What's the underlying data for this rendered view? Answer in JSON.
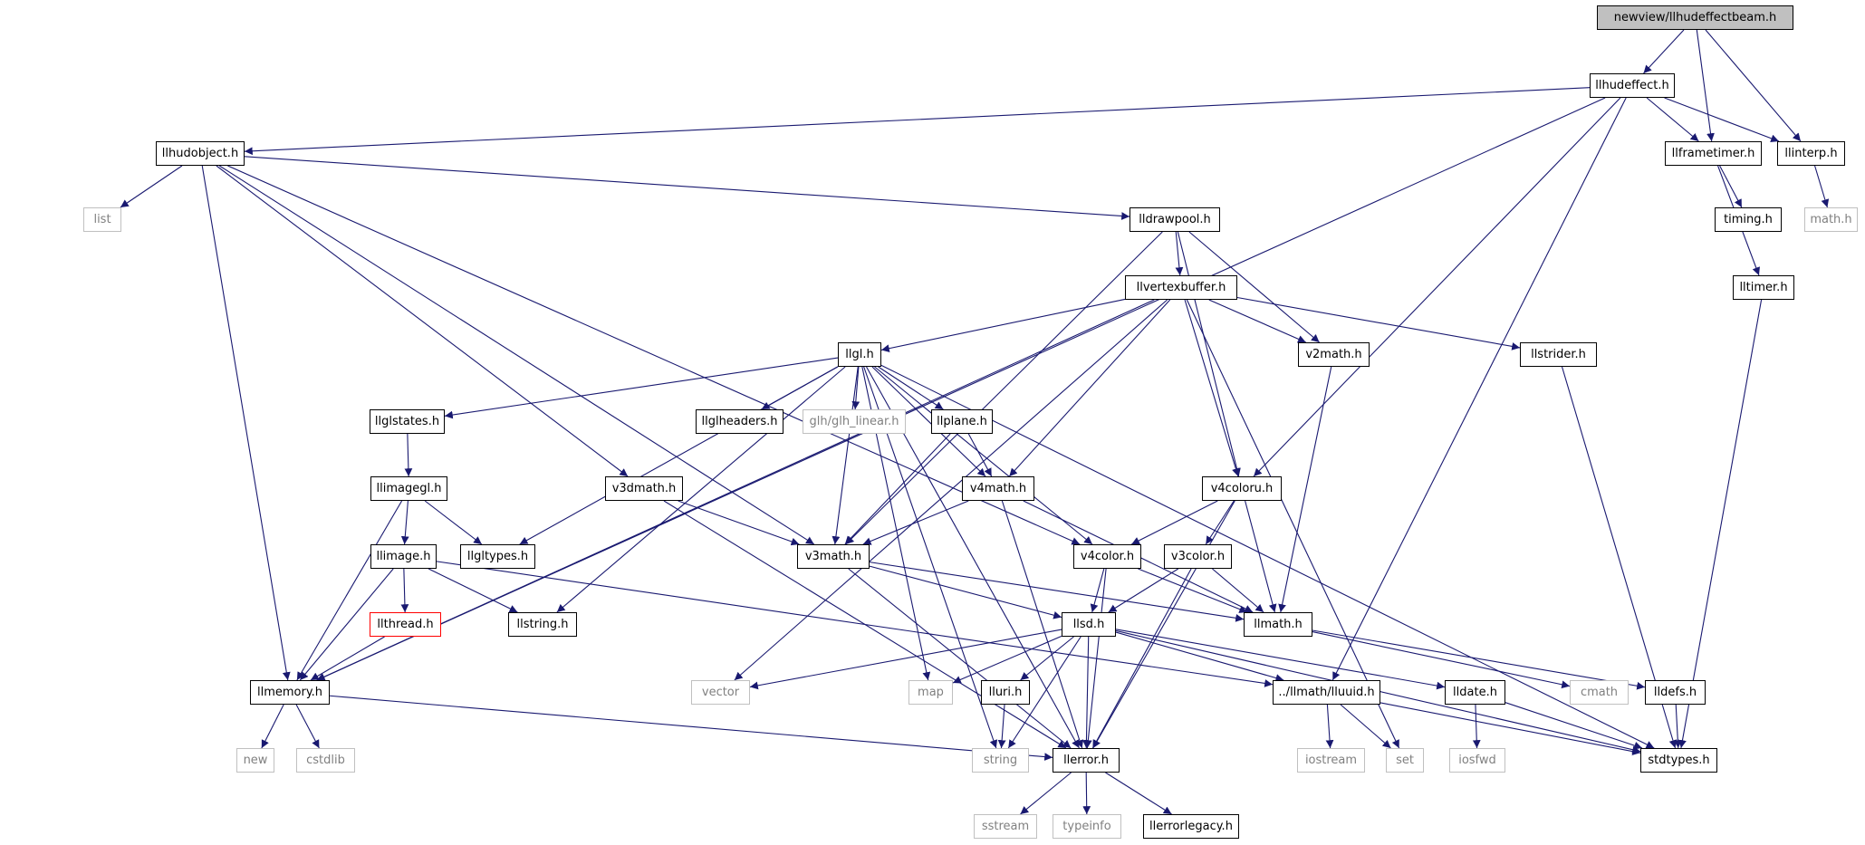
{
  "colors": {
    "edge": "#191970",
    "root_fill": "#c0c0c0",
    "system_border": "#c0c0c0",
    "system_text": "#808080",
    "truncated_border": "#ff0000"
  },
  "nodes": {
    "root": "newview/llhudeffectbeam.h",
    "llhudeffect": "llhudeffect.h",
    "llhudobject": "llhudobject.h",
    "llframetimer": "llframetimer.h",
    "llinterp": "llinterp.h",
    "list": "list",
    "timing": "timing.h",
    "math": "math.h",
    "lldrawpool": "lldrawpool.h",
    "lltimer": "lltimer.h",
    "llvertexbuffer": "llvertexbuffer.h",
    "llgl": "llgl.h",
    "v2math": "v2math.h",
    "llstrider": "llstrider.h",
    "llglstates": "llglstates.h",
    "llglheaders": "llglheaders.h",
    "glh_linear": "glh/glh_linear.h",
    "llplane": "llplane.h",
    "llimagegl": "llimagegl.h",
    "v3dmath": "v3dmath.h",
    "v4math": "v4math.h",
    "v4coloru": "v4coloru.h",
    "llimage": "llimage.h",
    "llgltypes": "llgltypes.h",
    "v3math": "v3math.h",
    "v4color": "v4color.h",
    "v3color": "v3color.h",
    "llthread": "llthread.h",
    "llstring": "llstring.h",
    "llsd": "llsd.h",
    "llmath": "llmath.h",
    "llmemory": "llmemory.h",
    "vector": "vector",
    "map": "map",
    "lluri": "lluri.h",
    "lluuid": "../llmath/lluuid.h",
    "lldate": "lldate.h",
    "cmath": "cmath",
    "lldefs": "lldefs.h",
    "new": "new",
    "cstdlib": "cstdlib",
    "llerror": "llerror.h",
    "string": "string",
    "iostream": "iostream",
    "set": "set",
    "iosfwd": "iosfwd",
    "stdtypes": "stdtypes.h",
    "sstream": "sstream",
    "typeinfo": "typeinfo",
    "llerrorlegacy": "llerrorlegacy.h"
  },
  "edges": [
    [
      "root",
      "llhudeffect"
    ],
    [
      "root",
      "llframetimer"
    ],
    [
      "root",
      "llinterp"
    ],
    [
      "llhudeffect",
      "llhudobject"
    ],
    [
      "llhudeffect",
      "llframetimer"
    ],
    [
      "llhudeffect",
      "llinterp"
    ],
    [
      "llhudeffect",
      "llmemory"
    ],
    [
      "llhudeffect",
      "v4coloru"
    ],
    [
      "llhudeffect",
      "lluuid"
    ],
    [
      "llhudobject",
      "list"
    ],
    [
      "llhudobject",
      "lldrawpool"
    ],
    [
      "llhudobject",
      "llmemory"
    ],
    [
      "llhudobject",
      "v4color"
    ],
    [
      "llhudobject",
      "v3math"
    ],
    [
      "llhudobject",
      "v3dmath"
    ],
    [
      "llframetimer",
      "timing"
    ],
    [
      "llframetimer",
      "lltimer"
    ],
    [
      "llinterp",
      "math"
    ],
    [
      "lltimer",
      "stdtypes"
    ],
    [
      "lldrawpool",
      "llvertexbuffer"
    ],
    [
      "lldrawpool",
      "v2math"
    ],
    [
      "lldrawpool",
      "v4coloru"
    ],
    [
      "lldrawpool",
      "v3math"
    ],
    [
      "llvertexbuffer",
      "llgl"
    ],
    [
      "llvertexbuffer",
      "v2math"
    ],
    [
      "llvertexbuffer",
      "v4coloru"
    ],
    [
      "llvertexbuffer",
      "llstrider"
    ],
    [
      "llvertexbuffer",
      "llmemory"
    ],
    [
      "llvertexbuffer",
      "vector"
    ],
    [
      "llvertexbuffer",
      "set"
    ],
    [
      "llvertexbuffer",
      "v4math"
    ],
    [
      "llstrider",
      "stdtypes"
    ],
    [
      "v2math",
      "llmath"
    ],
    [
      "llgl",
      "llglstates"
    ],
    [
      "llgl",
      "llglheaders"
    ],
    [
      "llgl",
      "glh_linear"
    ],
    [
      "llgl",
      "llplane"
    ],
    [
      "llgl",
      "v4math"
    ],
    [
      "llgl",
      "v4color"
    ],
    [
      "llgl",
      "llgltypes"
    ],
    [
      "llgl",
      "llstring"
    ],
    [
      "llgl",
      "string"
    ],
    [
      "llgl",
      "map"
    ],
    [
      "llgl",
      "llerror"
    ],
    [
      "llgl",
      "stdtypes"
    ],
    [
      "llgl",
      "v3math"
    ],
    [
      "llglstates",
      "llimagegl"
    ],
    [
      "llplane",
      "v4math"
    ],
    [
      "llplane",
      "v3math"
    ],
    [
      "llimagegl",
      "llimage"
    ],
    [
      "llimagegl",
      "llgltypes"
    ],
    [
      "llimagegl",
      "llmemory"
    ],
    [
      "llimage",
      "llthread"
    ],
    [
      "llimage",
      "llstring"
    ],
    [
      "llimage",
      "llmemory"
    ],
    [
      "llimage",
      "lluuid"
    ],
    [
      "llthread",
      "llmemory"
    ],
    [
      "v3dmath",
      "v3math"
    ],
    [
      "v3dmath",
      "llerror"
    ],
    [
      "v4math",
      "v3math"
    ],
    [
      "v4math",
      "llmath"
    ],
    [
      "v4math",
      "llerror"
    ],
    [
      "v4coloru",
      "v4color"
    ],
    [
      "v4coloru",
      "v3color"
    ],
    [
      "v4coloru",
      "llmath"
    ],
    [
      "v4coloru",
      "llerror"
    ],
    [
      "v3math",
      "llsd"
    ],
    [
      "v3math",
      "llmath"
    ],
    [
      "v3math",
      "llerror"
    ],
    [
      "v4color",
      "llsd"
    ],
    [
      "v4color",
      "llmath"
    ],
    [
      "v4color",
      "llerror"
    ],
    [
      "v3color",
      "llsd"
    ],
    [
      "v3color",
      "llmath"
    ],
    [
      "v3color",
      "llerror"
    ],
    [
      "llsd",
      "vector"
    ],
    [
      "llsd",
      "map"
    ],
    [
      "llsd",
      "lluri"
    ],
    [
      "llsd",
      "lluuid"
    ],
    [
      "llsd",
      "lldate"
    ],
    [
      "llsd",
      "string"
    ],
    [
      "llsd",
      "llerror"
    ],
    [
      "llsd",
      "stdtypes"
    ],
    [
      "llmath",
      "cmath"
    ],
    [
      "llmath",
      "lldefs"
    ],
    [
      "llmemory",
      "new"
    ],
    [
      "llmemory",
      "cstdlib"
    ],
    [
      "llmemory",
      "llerror"
    ],
    [
      "lluri",
      "string"
    ],
    [
      "lluuid",
      "iostream"
    ],
    [
      "lluuid",
      "set"
    ],
    [
      "lluuid",
      "stdtypes"
    ],
    [
      "lldate",
      "iosfwd"
    ],
    [
      "lldate",
      "stdtypes"
    ],
    [
      "lldefs",
      "stdtypes"
    ],
    [
      "llerror",
      "sstream"
    ],
    [
      "llerror",
      "typeinfo"
    ],
    [
      "llerror",
      "llerrorlegacy"
    ]
  ]
}
